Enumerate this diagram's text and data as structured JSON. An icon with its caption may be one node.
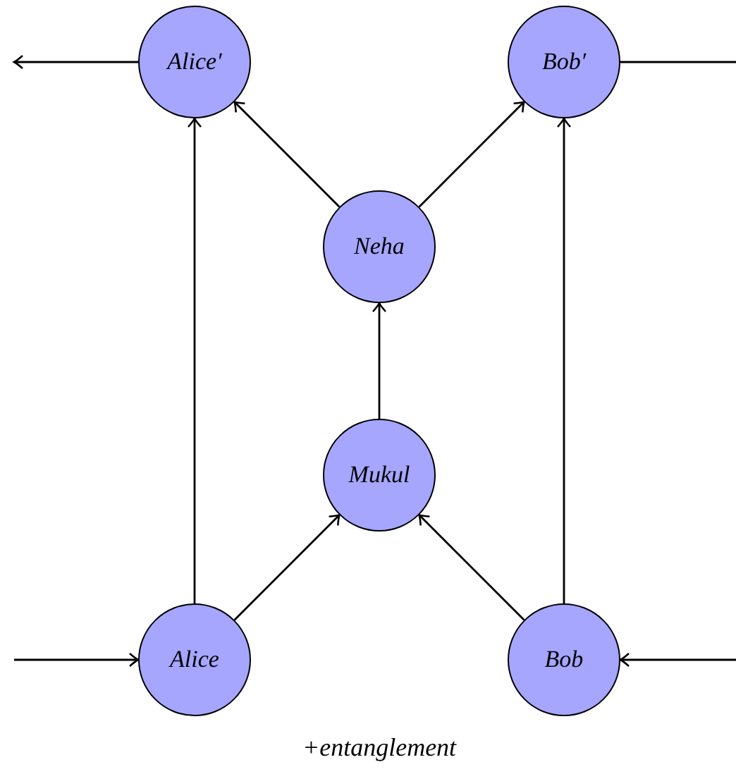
{
  "diagram": {
    "nodes": [
      {
        "text": [
          "Alice′"
        ]
      },
      {
        "text": [
          "Bob′"
        ]
      },
      {
        "text": [
          "Neha"
        ]
      },
      {
        "text": [
          "Mukul"
        ]
      },
      {
        "text": [
          "Alice"
        ]
      },
      {
        "text": [
          "Bob"
        ]
      }
    ],
    "edges": [
      {
        "from": 0,
        "to": null,
        "arrow": "to"
      },
      {
        "from": 1,
        "to": null,
        "arrow": "none"
      },
      {
        "from": 2,
        "to": 0,
        "arrow": "to"
      },
      {
        "from": 2,
        "to": 1,
        "arrow": "to"
      },
      {
        "from": 4,
        "to": 0,
        "arrow": "to"
      },
      {
        "from": 5,
        "to": 1,
        "arrow": "to"
      },
      {
        "from": 3,
        "to": 2,
        "arrow": "to"
      },
      {
        "from": 4,
        "to": 3,
        "arrow": "to"
      },
      {
        "from": 5,
        "to": 3,
        "arrow": "to"
      },
      {
        "from": null,
        "to": 4,
        "arrow": "to"
      },
      {
        "from": null,
        "to": 5,
        "arrow": "to"
      }
    ],
    "labels": [
      "+entanglement"
    ]
  }
}
